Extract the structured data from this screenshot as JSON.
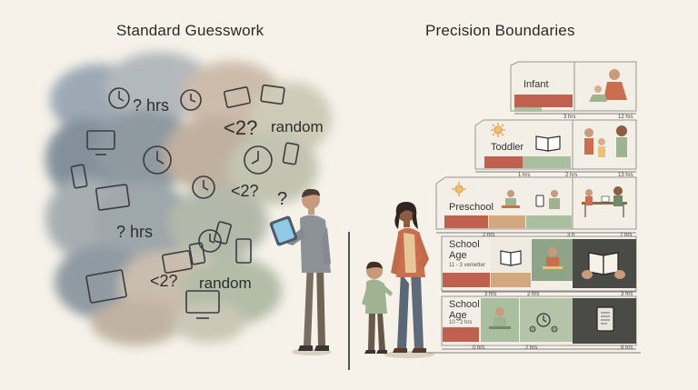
{
  "titles": {
    "left": "Standard Guesswork",
    "right": "Precision Boundaries"
  },
  "guesswork_words": {
    "hrs_top": "? hrs",
    "lt2_top": "<2?",
    "random_top": "random",
    "lt2_mid": "<2?",
    "hrs_bottom": "? hrs",
    "lt2_bottom": "<2?",
    "random_bottom": "random",
    "question_mark": "?"
  },
  "steps": {
    "infant": {
      "label": "Infant",
      "ticks": [
        "3 hrs",
        "12 hrs"
      ]
    },
    "toddler": {
      "label": "Toddler",
      "ticks": [
        "1 hrs",
        "2 hrs",
        "13 hrs"
      ]
    },
    "preschool": {
      "label": "Preschool",
      "ticks": [
        "2 hrs",
        "3 h",
        "7 hrs"
      ]
    },
    "school_age_1": {
      "label": "School Age",
      "sub": "11 - 3 vemetter",
      "ticks": [
        "3 hrs",
        "2 hrs",
        "3 hrs"
      ]
    },
    "school_age_2": {
      "label": "School Age",
      "sub": "10 - 2 hrs",
      "ticks": [
        "0 hrs",
        "2 hrs",
        "8 hrs"
      ]
    }
  },
  "colors": {
    "background": "#f6f2ea",
    "red_segment": "#c0604e",
    "tan_segment": "#d4a87e",
    "green_segment": "#a9bfa0",
    "dark_panel": "#4a4a46",
    "sage_panel": "#8fa386"
  }
}
